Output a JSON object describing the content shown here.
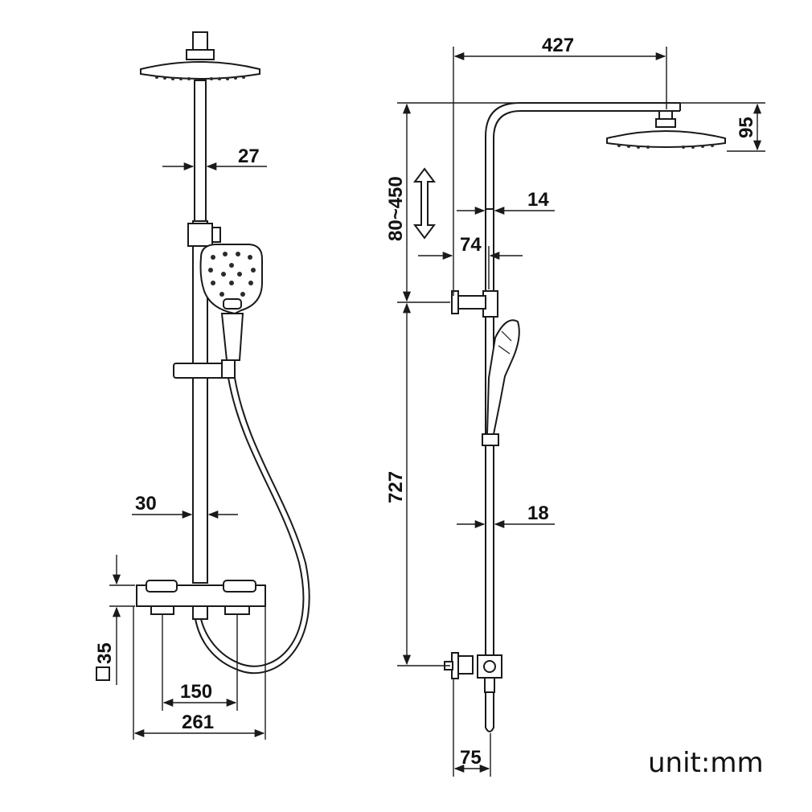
{
  "unit_label": "unit:mm",
  "front_view": {
    "pipe_width": "27",
    "bar_width": "30",
    "valve_height": "35",
    "inlet_spacing": "150",
    "valve_width": "261"
  },
  "side_view": {
    "arm_length": "427",
    "head_height": "95",
    "adjust_range": "80~450",
    "upper_pipe": "14",
    "bracket_offset": "74",
    "lower_pipe": "18",
    "mount_spacing": "727",
    "valve_depth": "75"
  },
  "colors": {
    "line": "#1a1a1a",
    "background": "#ffffff"
  }
}
